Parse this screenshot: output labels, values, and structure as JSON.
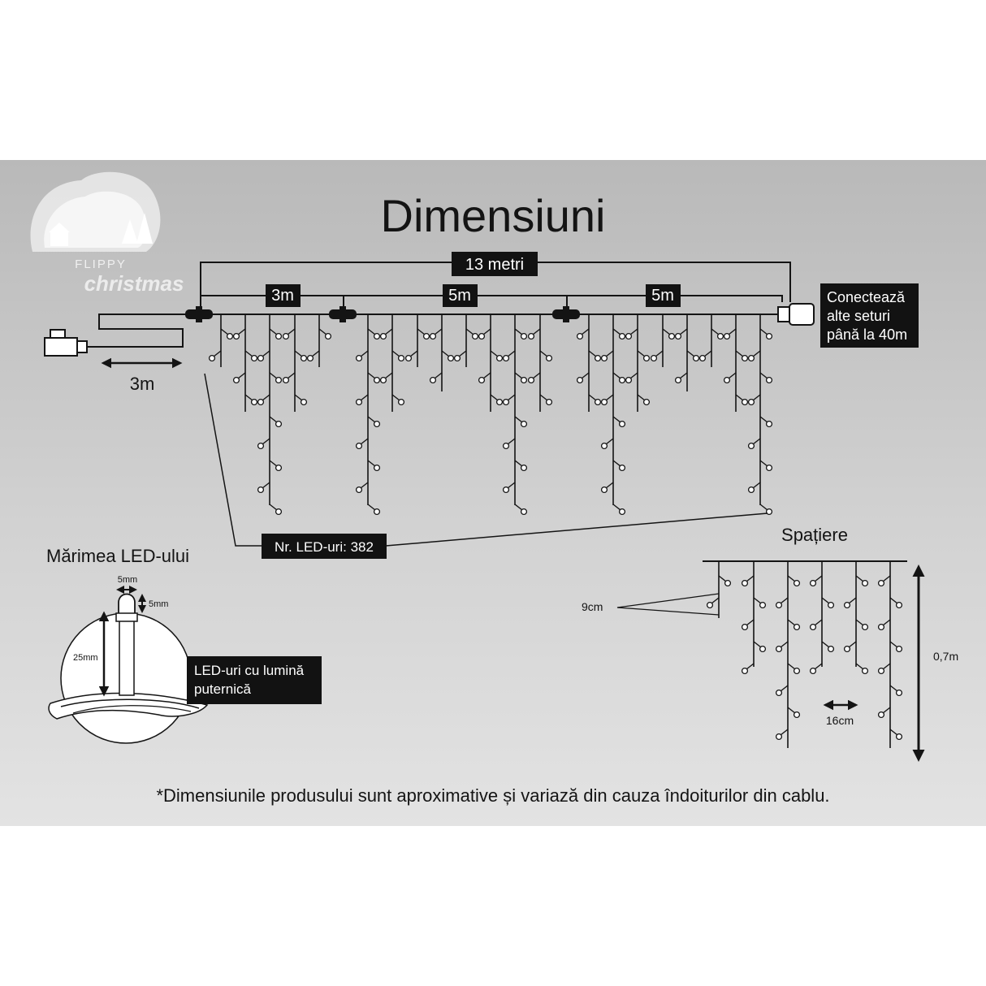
{
  "title": "Dimensiuni",
  "logo": {
    "line1": "FLIPPY",
    "line2": "christmas"
  },
  "total_length": "13 metri",
  "segments": [
    "3m",
    "5m",
    "5m"
  ],
  "lead_cable": "3m",
  "connect_note": [
    "Conectează",
    "alte seturi",
    "până la 40m"
  ],
  "led_count": "Nr. LED-uri: 382",
  "led_size": {
    "title": "Mărimea LED-ului",
    "width": "5mm",
    "height": "5mm",
    "stem": "25mm",
    "bright_note": [
      "LED-uri cu lumină",
      "puternică"
    ]
  },
  "spacing": {
    "title": "Spațiere",
    "vertical": "9cm",
    "horizontal": "16cm",
    "drop_height": "0,7m"
  },
  "footnote": "*Dimensiunile produsului sunt aproximative și variază din cauza îndoiturilor din cablu.",
  "colors": {
    "ink": "#141414",
    "label_box": "#121212",
    "panel_top": "#b9b9b9",
    "panel_bottom": "#e3e3e3"
  }
}
